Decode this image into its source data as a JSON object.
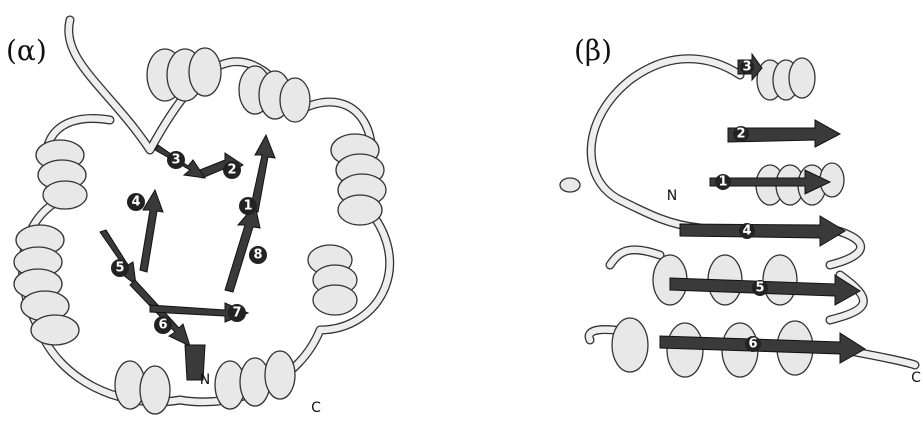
{
  "panel_a": {
    "label": "(α)",
    "strands": [
      "1",
      "2",
      "3",
      "4",
      "5",
      "6",
      "7",
      "8"
    ],
    "n_label": "N",
    "c_label": "C"
  },
  "panel_b": {
    "label": "(β)",
    "strands": [
      "1",
      "2",
      "3",
      "4",
      "5",
      "6"
    ],
    "n_label": "N",
    "c_label": "C"
  },
  "colors": {
    "strand": "#3a3a3a",
    "helix": "#e8e8e8",
    "outline": "#333333",
    "background": "#ffffff"
  }
}
